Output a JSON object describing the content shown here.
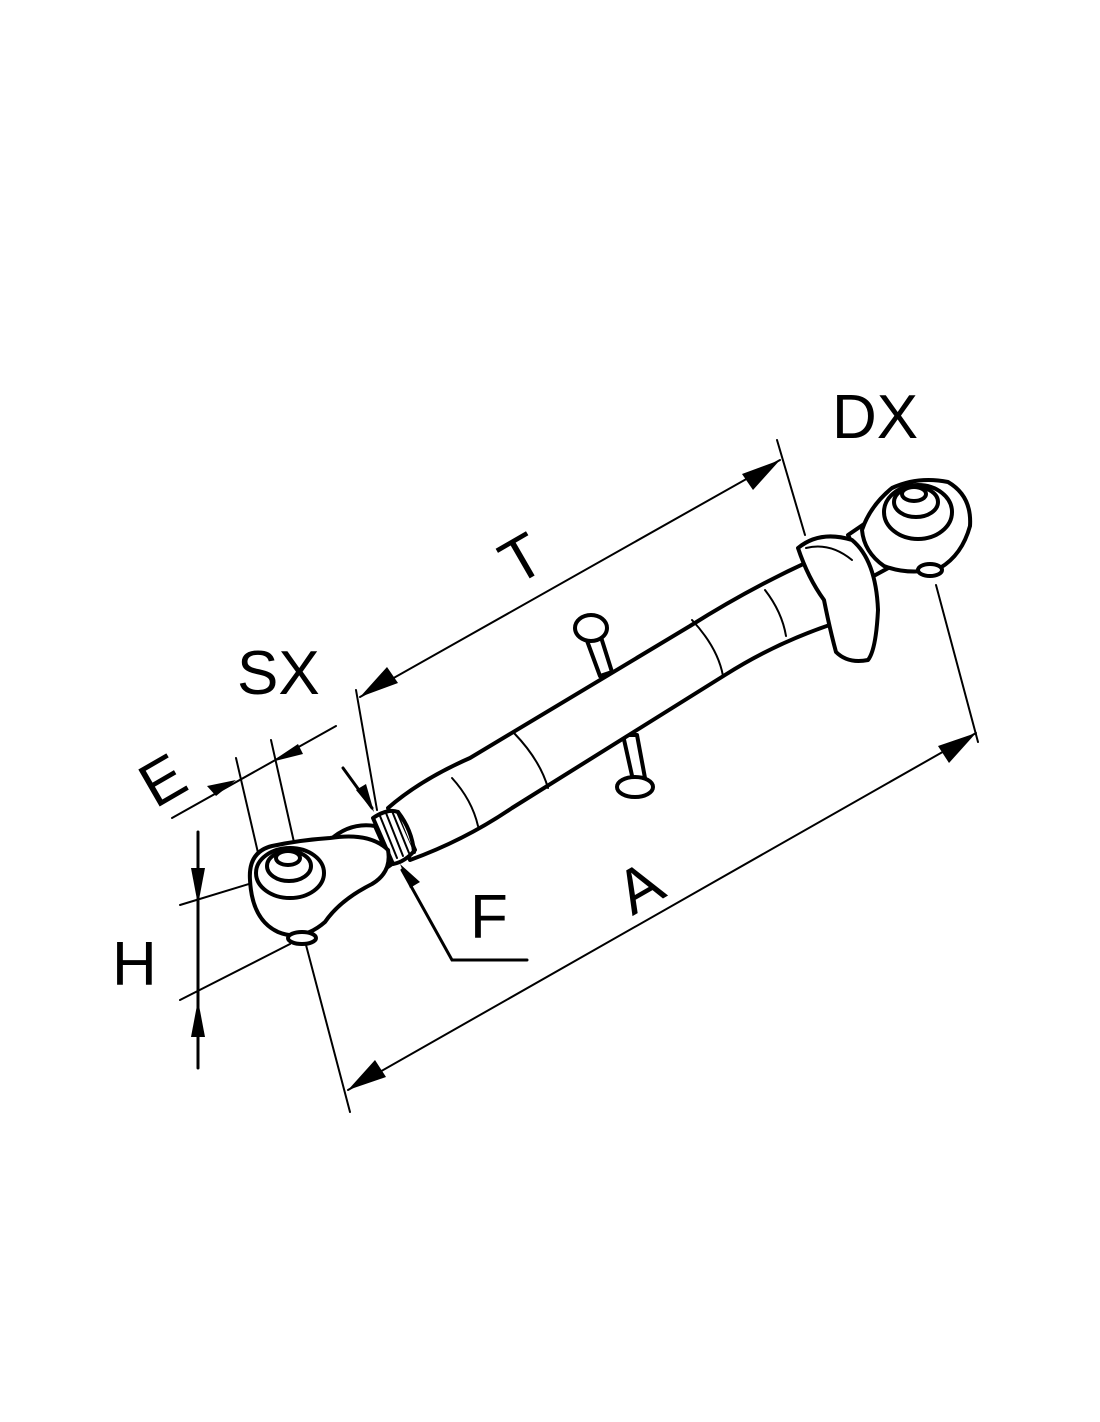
{
  "diagram": {
    "labels": {
      "dx": "DX",
      "t": "T",
      "sx": "SX",
      "e": "E",
      "f": "F",
      "a": "A",
      "h": "H"
    },
    "colors": {
      "line": "#000000",
      "background": "#ffffff"
    }
  }
}
